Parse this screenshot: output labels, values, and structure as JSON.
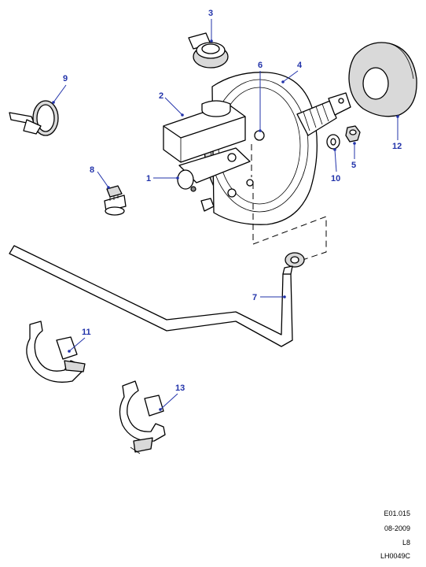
{
  "callouts": {
    "c1": "1",
    "c2": "2",
    "c3": "3",
    "c4": "4",
    "c5": "5",
    "c6": "6",
    "c7": "7",
    "c8": "8",
    "c9": "9",
    "c10": "10",
    "c11": "11",
    "c12": "12",
    "c13": "13"
  },
  "reference": {
    "line1": "E01.015",
    "line2": "08-2009",
    "line3": "L8",
    "line4": "LH0049C"
  },
  "colors": {
    "callout": "#2233aa",
    "line": "#000000",
    "shade": "#d9d9d9"
  }
}
